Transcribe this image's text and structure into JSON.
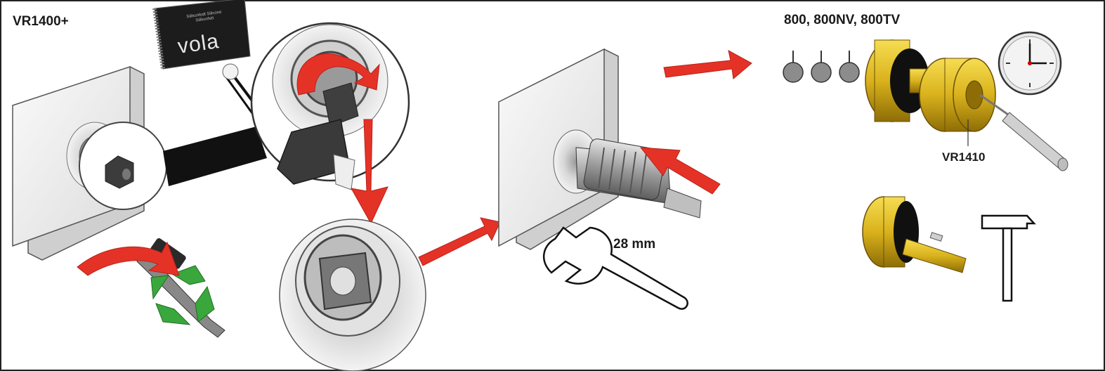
{
  "labels": {
    "product": "VR1400+",
    "models": "800, 800NV, 800TV",
    "part": "VR1410",
    "wrench_size": "28 mm",
    "brand": "vola",
    "sachet_text": "Silikonfedt Silicone Silikonfett"
  },
  "icons": {
    "grease_sachet": "grease-sachet-icon",
    "recycle": "recycle-icon",
    "wrench": "wrench-icon",
    "hammer": "hammer-icon",
    "clock": "clock-icon",
    "drill": "drill-icon",
    "keys": "key-icon"
  },
  "colors": {
    "arrow": "#e53227",
    "brass": "#d9b21c",
    "recycle": "#3aa73c",
    "plate": "#f2f2f2",
    "dark_part": "#444444"
  }
}
